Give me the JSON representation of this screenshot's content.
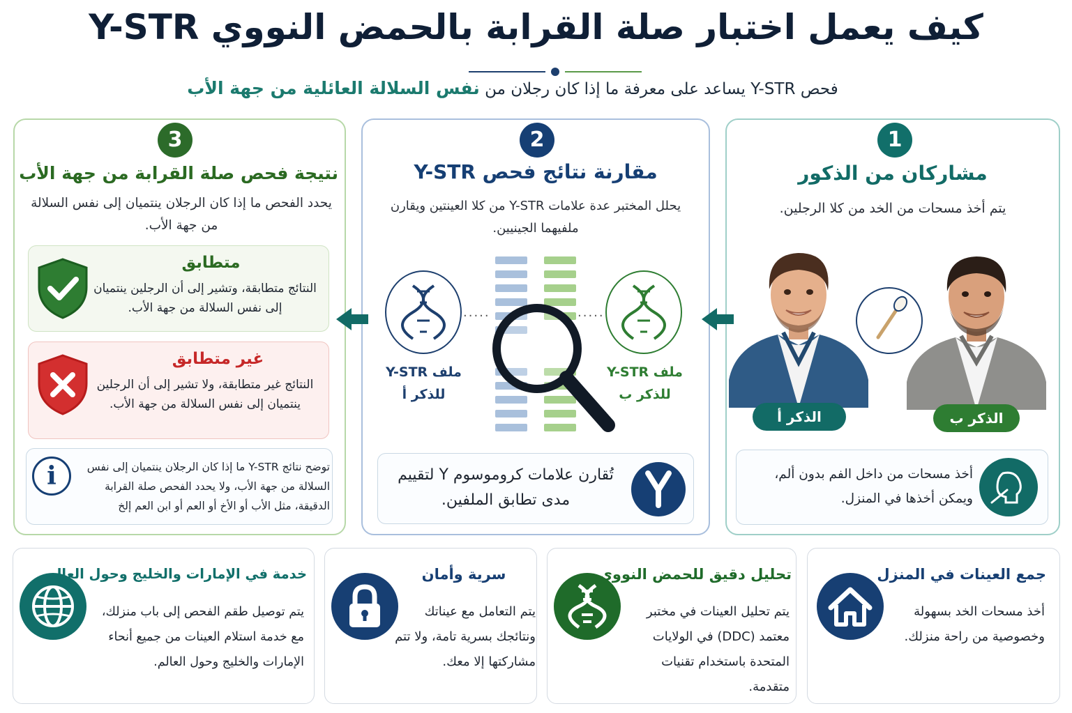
{
  "header": {
    "title": "كيف يعمل اختبار صلة القرابة بالحمض النووي Y-STR",
    "subtitle_prefix": "فحص Y-STR يساعد على معرفة ما إذا كان رجلان من",
    "subtitle_highlight": "نفس السلالة العائلية من جهة الأب"
  },
  "colors": {
    "teal": "#116f6a",
    "navy": "#163f74",
    "green": "#2c6b2a",
    "red": "#c62828"
  },
  "steps": [
    {
      "number": "1",
      "title": "مشاركان من الذكور",
      "description": "يتم أخذ مسحات من الخد من كلا الرجلين.",
      "person_a_label": "الذكر أ",
      "person_b_label": "الذكر ب",
      "icon": "swab-icon",
      "info_icon": "face-swab-icon",
      "info_text": "أخذ مسحات من داخل الفم بدون ألم، ويمكن أخذها في المنزل."
    },
    {
      "number": "2",
      "title": "مقارنة نتائج فحص Y-STR",
      "description": "يحلل المختبر عدة علامات Y-STR من كلا العينتين ويقارن ملفيهما الجينيين.",
      "file_a_label": "ملف Y-STR للذكر أ",
      "file_b_label": "ملف Y-STR للذكر ب",
      "icon": "magnifier-icon",
      "info_icon": "y-chromosome-icon",
      "info_text": "تُقارن علامات كروموسوم Y لتقييم مدى تطابق الملفين."
    },
    {
      "number": "3",
      "title": "نتيجة فحص صلة القرابة من جهة الأب",
      "description": "يحدد الفحص ما إذا كان الرجلان ينتميان إلى نفس السلالة من جهة الأب.",
      "match_title": "متطابق",
      "match_text": "النتائج متطابقة، وتشير إلى أن الرجلين ينتميان إلى نفس السلالة من جهة الأب.",
      "nomatch_title": "غير متطابق",
      "nomatch_text": "النتائج غير متطابقة، ولا تشير إلى أن الرجلين ينتميان إلى نفس السلالة من جهة الأب.",
      "note_text": "توضح نتائج Y-STR ما إذا كان الرجلان ينتميان إلى نفس السلالة من جهة الأب، ولا يحدد الفحص صلة القرابة الدقيقة، مثل الأب أو الأخ أو العم أو ابن العم إلخ"
    }
  ],
  "features": [
    {
      "title": "جمع العينات في المنزل",
      "text": "أخذ مسحات الخد بسهولة وخصوصية من راحة منزلك.",
      "icon": "home-icon"
    },
    {
      "title": "تحليل دقيق للحمض النووي",
      "text": "يتم تحليل العينات في مختبر معتمد (DDC) في الولايات المتحدة باستخدام تقنيات متقدمة.",
      "icon": "dna-icon"
    },
    {
      "title": "سرية وأمان",
      "text": "يتم التعامل مع عيناتك ونتائجك بسرية تامة، ولا تتم مشاركتها إلا معك.",
      "icon": "lock-icon"
    },
    {
      "title": "خدمة في الإمارات والخليج وحول العالم",
      "text": "يتم توصيل طقم الفحص إلى باب منزلك، مع خدمة استلام العينات من جميع أنحاء الإمارات والخليج وحول العالم.",
      "icon": "globe-icon"
    }
  ]
}
